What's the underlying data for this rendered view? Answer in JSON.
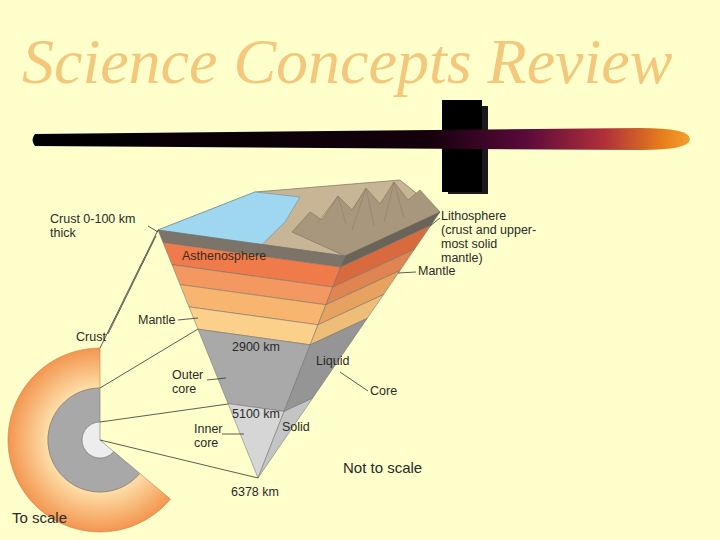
{
  "diagram": {
    "title": "Science Concepts Review",
    "labels": [
      "Crust 0-100 km thick",
      "Lithosphere (crust and upper- most solid mantle)",
      "Asthenosphere",
      "Mantle",
      "Mantle",
      "Crust",
      "2900 km",
      "Liquid",
      "Outer core",
      "Core",
      "5100 km",
      "Inner core",
      "Solid",
      "Not to scale",
      "6378 km",
      "To scale"
    ]
  }
}
